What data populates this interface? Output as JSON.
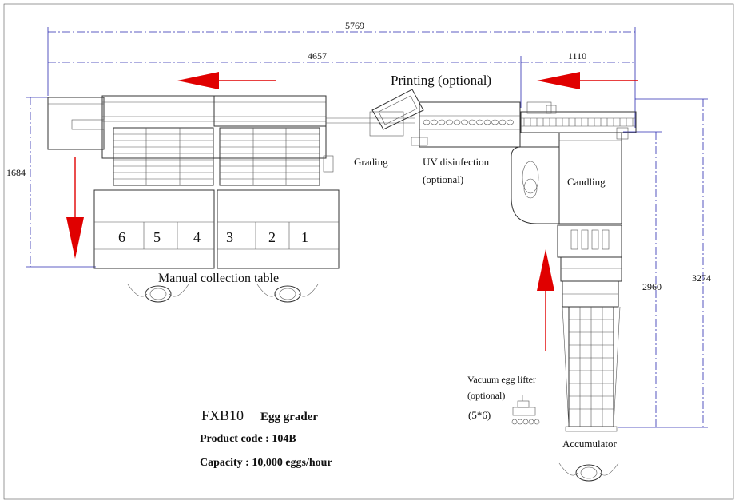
{
  "dimensions": {
    "total_length": "5769",
    "main_length": "4657",
    "candling_length": "1110",
    "height_left": "1684",
    "height_inner": "2960",
    "height_outer": "3274"
  },
  "labels": {
    "printing": "Printing (optional)",
    "grading": "Grading",
    "uv_line1": "UV disinfection",
    "uv_line2": "(optional)",
    "candling": "Candling",
    "manual_table": "Manual collection table",
    "vacuum_line1": "Vacuum egg lifter",
    "vacuum_line2": "(optional)",
    "vacuum_size": "(5*6)",
    "accumulator": "Accumulator"
  },
  "lanes": [
    "6",
    "5",
    "4",
    "3",
    "2",
    "1"
  ],
  "info": {
    "model": "FXB10",
    "name": "Egg grader",
    "product_code": "Product code : 104B",
    "capacity": "Capacity : 10,000 eggs/hour"
  },
  "colors": {
    "flow_arrow": "#e00000",
    "dimension_line": "#2a2ab0",
    "drawing_line": "#333333"
  }
}
